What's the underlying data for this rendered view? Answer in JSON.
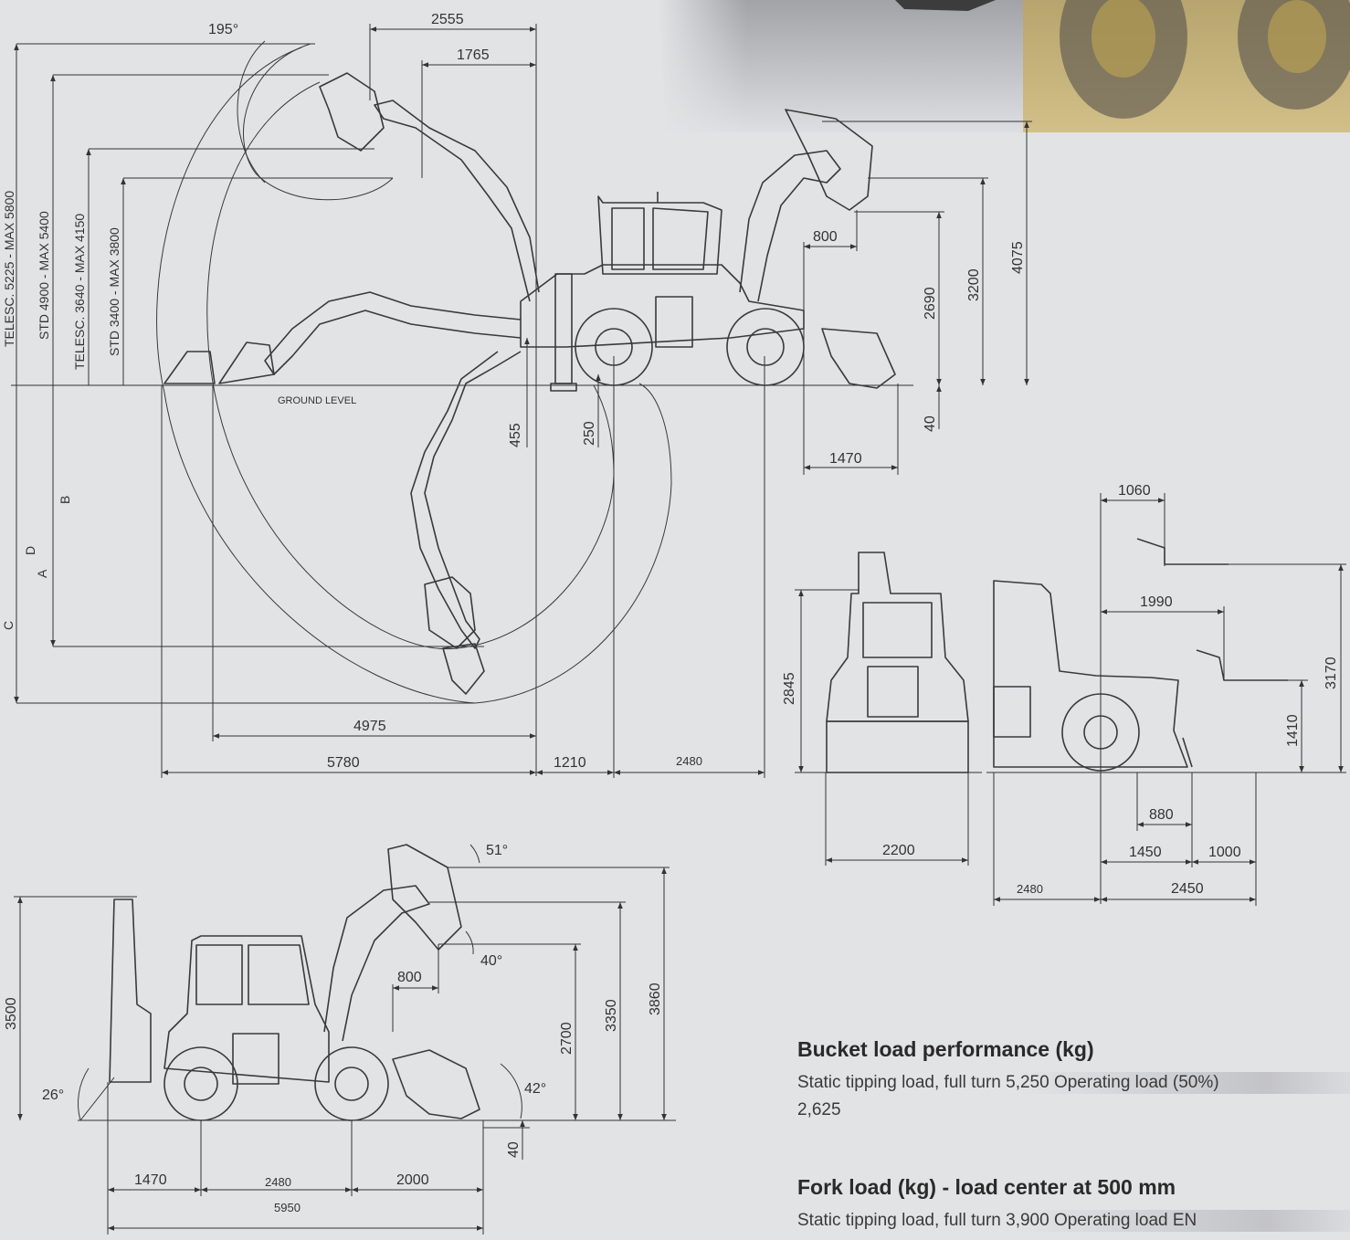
{
  "diagram": {
    "side_view": {
      "angle_label": "195°",
      "reach_top_labels": [
        "2555",
        "1765"
      ],
      "left_height_labels": [
        "TELESC. 5225 - MAX 5800",
        "STD 4900 - MAX 5400",
        "TELESC. 3640 - MAX 4150",
        "STD 3400 - MAX 3800"
      ],
      "ground_label": "GROUND LEVEL",
      "depth_letters": [
        "B",
        "D",
        "A",
        "C"
      ],
      "below_ground_labels": [
        "455",
        "250"
      ],
      "bottom_labels": [
        "4975",
        "5780",
        "1210",
        "2480"
      ],
      "front_labels": [
        "800",
        "2690",
        "3200",
        "4075",
        "40",
        "1470"
      ]
    },
    "front_view": {
      "height_label": "2845",
      "width_label": "2200"
    },
    "fork_view": {
      "labels": [
        "1060",
        "1990",
        "3170",
        "1410",
        "880",
        "1450",
        "1000",
        "2480",
        "2450"
      ]
    },
    "loader_view": {
      "angle_labels": [
        "51°",
        "40°",
        "42°",
        "26°"
      ],
      "height_labels": [
        "3500",
        "2700",
        "3350",
        "3860",
        "40"
      ],
      "reach_label": "800",
      "bottom_labels": [
        "1470",
        "2480",
        "2000",
        "5950"
      ]
    }
  },
  "specs": {
    "bucket": {
      "title": "Bucket load performance (kg)",
      "text": "Static tipping load, full turn 5,250 Operating load (50%) 2,625"
    },
    "fork": {
      "title": "Fork load (kg) - load center at 500 mm",
      "text": "Static tipping load, full turn 3,900 Operating load EN"
    }
  }
}
